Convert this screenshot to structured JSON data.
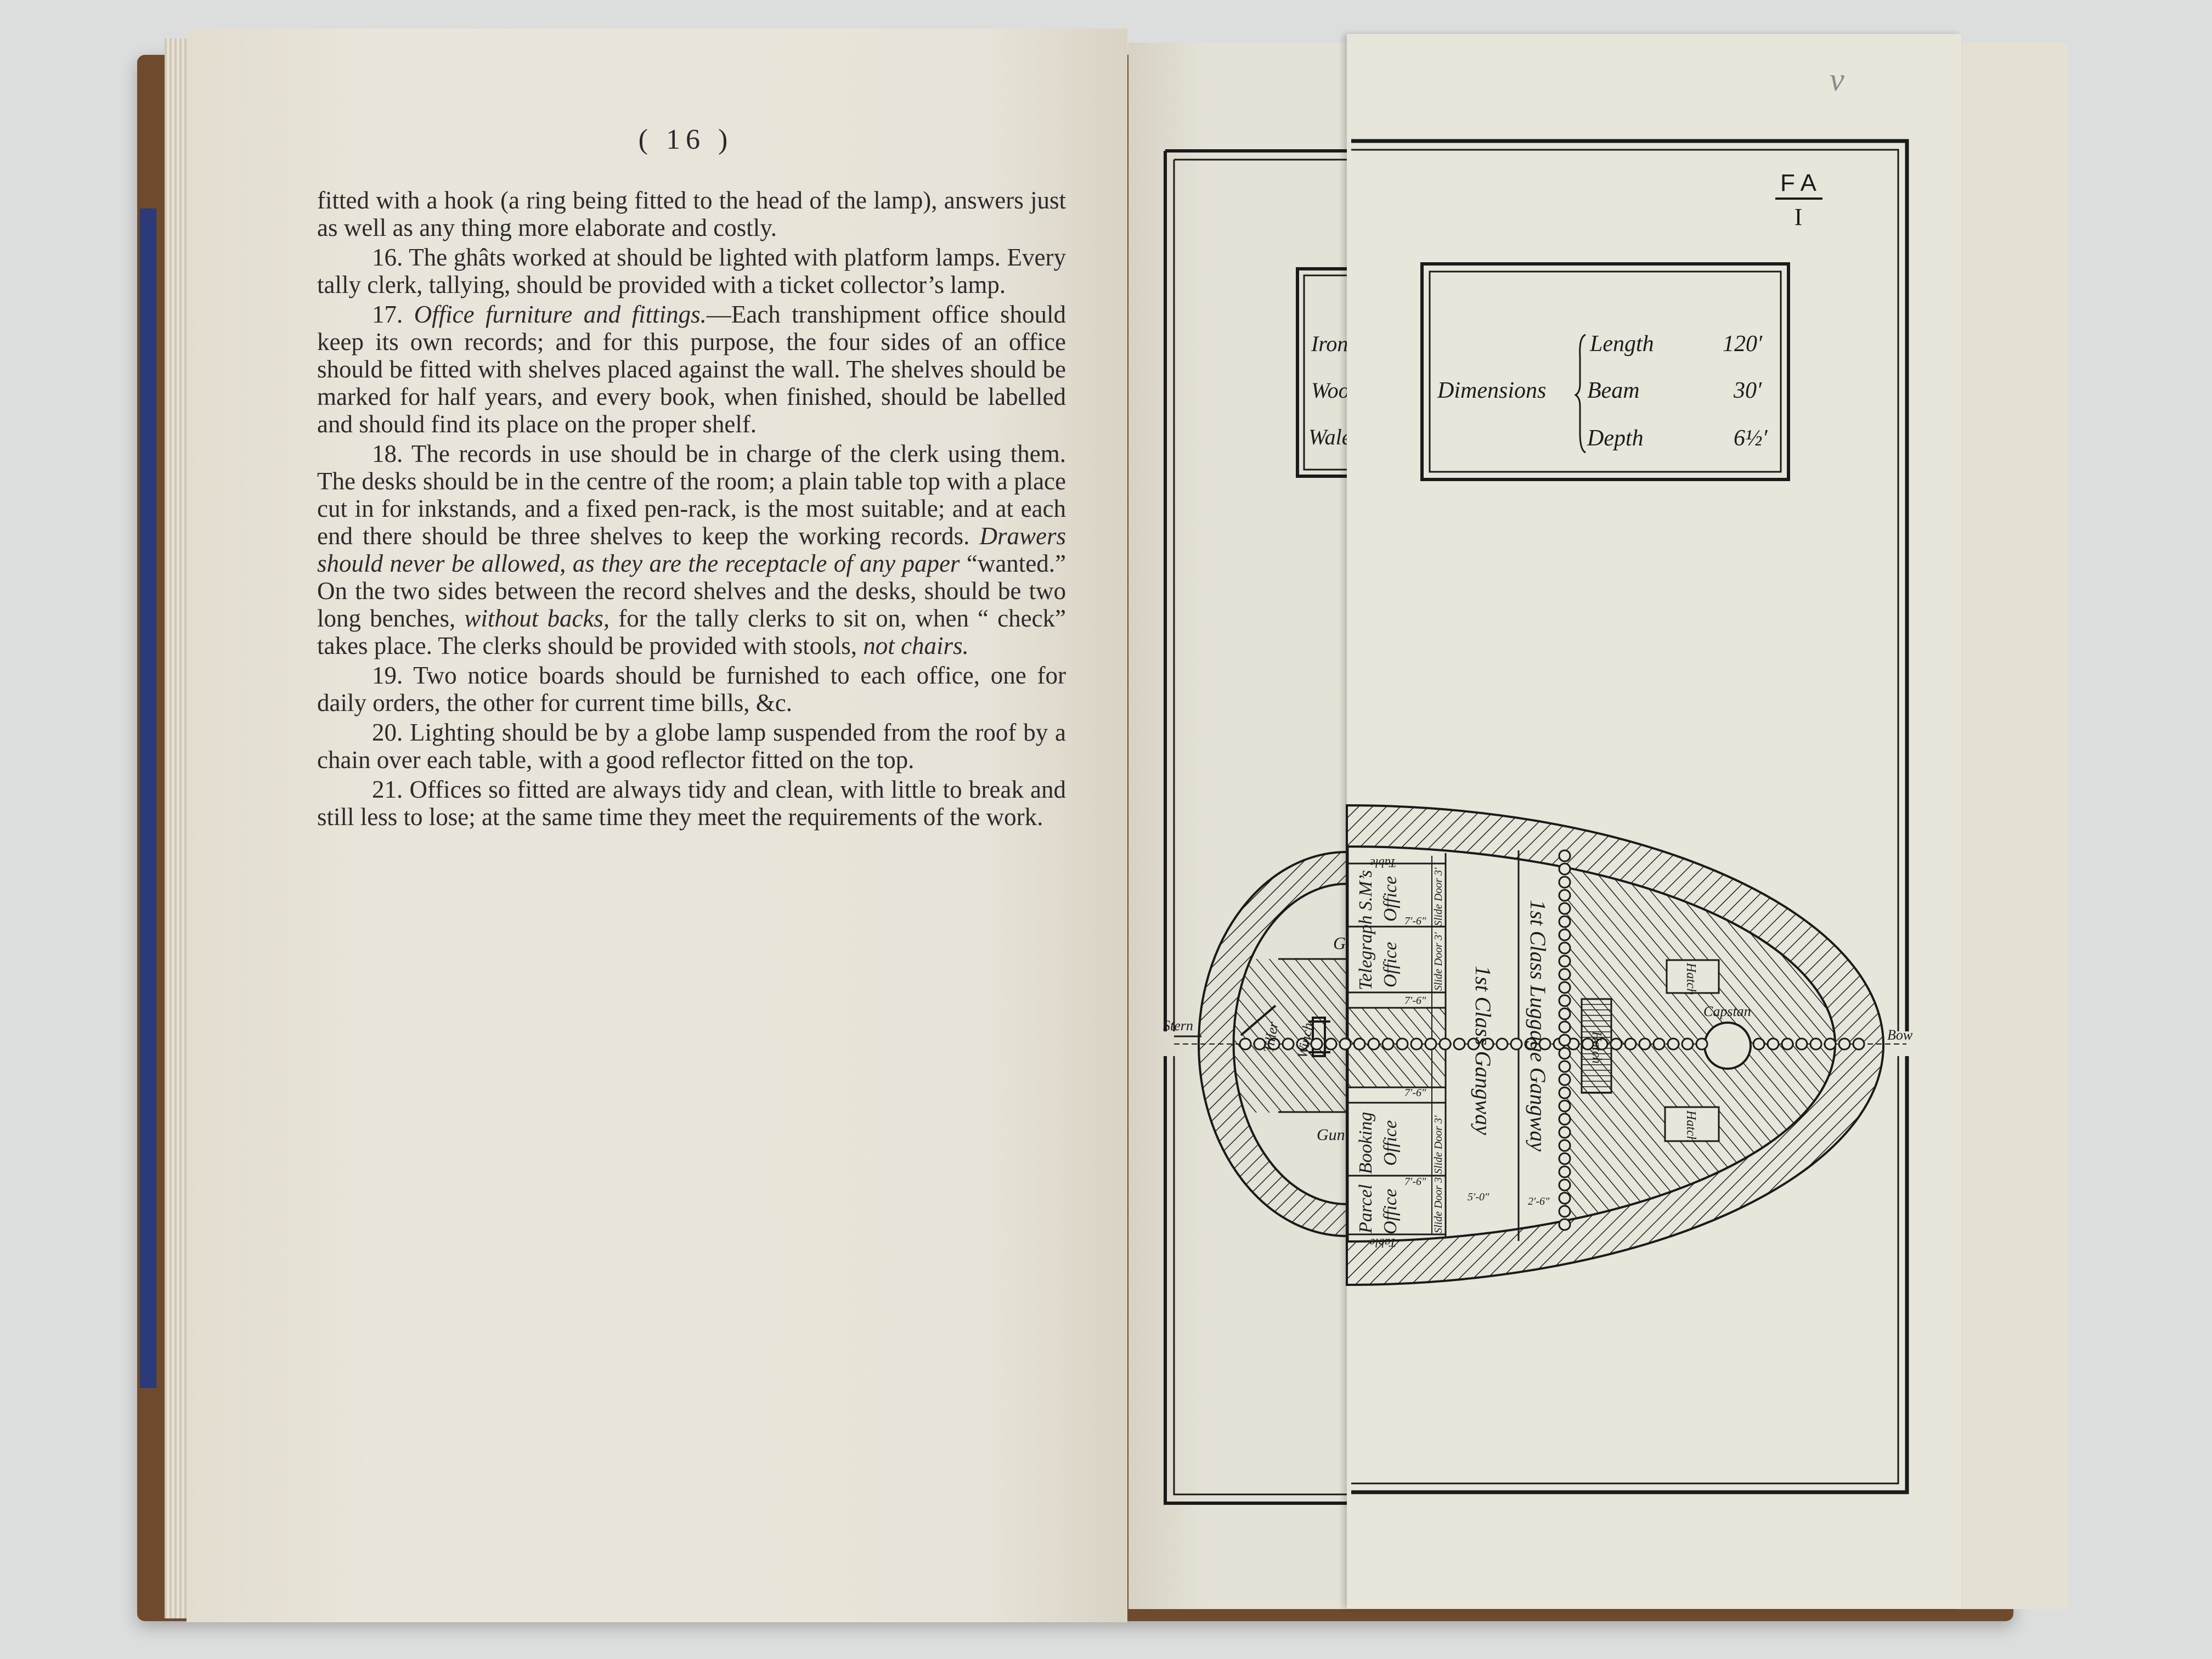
{
  "left_page": {
    "page_number": "( 16 )",
    "paragraphs": [
      {
        "indent": false,
        "segments": [
          {
            "t": "fitted with a hook (a ring being fitted to the head of the lamp), answers just as well as any thing more elaborate and costly."
          }
        ]
      },
      {
        "indent": true,
        "segments": [
          {
            "t": "16. The ghâts worked at should be lighted with platform lamps. Every tally clerk, tallying, should be provided with a ticket collector’s lamp."
          }
        ]
      },
      {
        "indent": true,
        "segments": [
          {
            "t": "17. "
          },
          {
            "t": "Office furniture and fittings.",
            "i": true
          },
          {
            "t": "—Each transhipment office should keep its own records; and for this purpose, the four sides of an office should be fitted with shelves placed against the wall. The shelves should be marked for half years, and every book, when finished, should be labelled and should find its place on the proper shelf."
          }
        ]
      },
      {
        "indent": true,
        "segments": [
          {
            "t": "18. The records in use should be in charge of the clerk using them. The desks should be in the centre of the room; a plain table top with a place cut in for inkstands, and a fixed pen-rack, is the most suitable; and at each end there should be three shelves to keep the working records. "
          },
          {
            "t": "Drawers should never be allowed, as they are the receptacle of any paper",
            "i": true
          },
          {
            "t": " “wanted.” On the two sides between the record shelves and the desks, should be two long benches, "
          },
          {
            "t": "without backs,",
            "i": true
          },
          {
            "t": " for the tally clerks to sit on, when “ check” takes place. The clerks should be provided with stools, "
          },
          {
            "t": "not chairs.",
            "i": true
          }
        ]
      },
      {
        "indent": true,
        "segments": [
          {
            "t": "19. Two notice boards should be furnished to each office, one for daily orders, the other for current time bills, &c."
          }
        ]
      },
      {
        "indent": true,
        "segments": [
          {
            "t": "20. Lighting should be by a globe lamp suspended from the roof by a chain over each table, with a good reflector fitted on the top."
          }
        ]
      },
      {
        "indent": true,
        "segments": [
          {
            "t": "21. Offices so fitted are always tidy and clean, with little to break and still less to lose; at the same time they meet the requirements of the work."
          }
        ]
      }
    ]
  },
  "plate": {
    "plate_mark_top": "F A",
    "plate_mark_bottom": "I",
    "pencil_mark": "v",
    "underlying_box_labels": [
      "Iron",
      "Woo",
      "Wale"
    ],
    "dimensions": {
      "heading": "Dimensions",
      "rows": [
        {
          "label": "Length",
          "value": "120′"
        },
        {
          "label": "Beam",
          "value": "30′"
        },
        {
          "label": "Depth",
          "value": "6½′"
        }
      ]
    },
    "ship": {
      "stern": "Stern",
      "bow": "Bow",
      "tiller": "Tiller",
      "winch": "Winch",
      "gun_top": "G",
      "gun_bottom": "Gun",
      "table": "Table",
      "telegraph": "Telegraph S.M’s",
      "office": "Office",
      "booking": "Booking",
      "parcel": "Parcel",
      "slide_door": "Slide Door 3′",
      "table_width": "7′-6″",
      "gangway": "1st Class Gangway",
      "luggage_gangway": "1st Class Luggage Gangway",
      "gangway_width": "5′-0″",
      "luggage_width": "2′-6″",
      "hatch": "Hatch",
      "capstan": "Capstan"
    }
  }
}
